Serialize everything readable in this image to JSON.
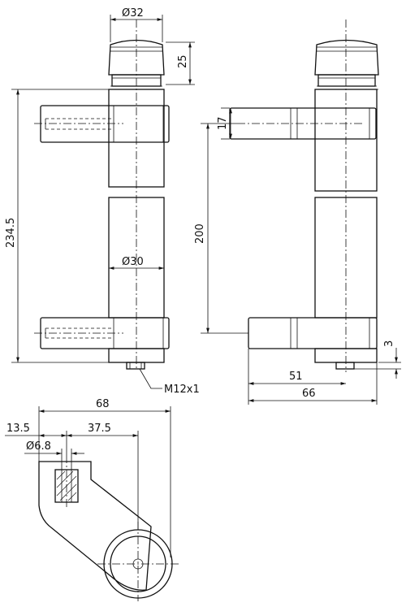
{
  "dimensions": {
    "d32": "Ø32",
    "h25": "25",
    "total": "234.5",
    "d30": "Ø30",
    "thread": "M12x1",
    "t17": "17",
    "c200": "200",
    "w51": "51",
    "w66": "66",
    "t3": "3",
    "w68": "68",
    "w13": "13.5",
    "w37": "37.5",
    "d6": "Ø6.8"
  }
}
